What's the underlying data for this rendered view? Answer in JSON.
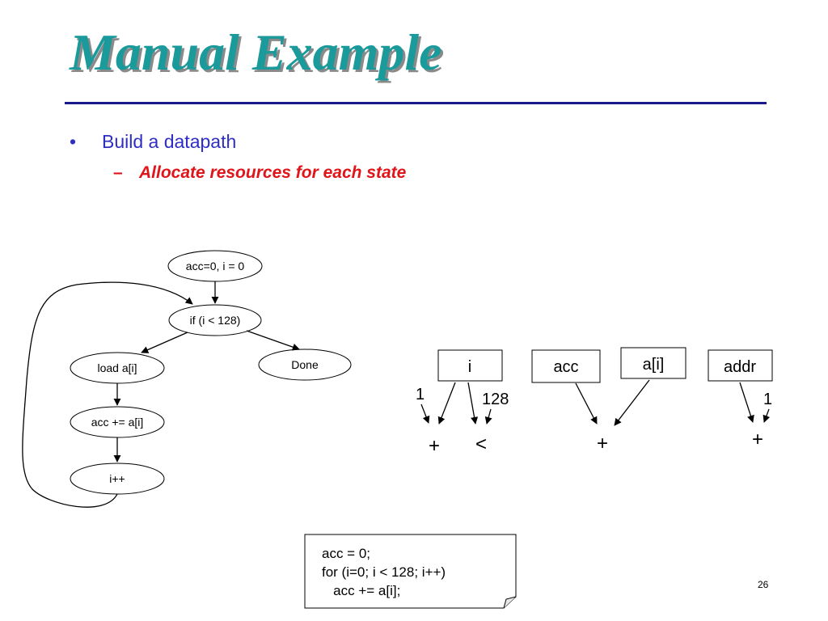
{
  "slide": {
    "title": "Manual Example",
    "bullet": "Build a datapath",
    "bullet_marker": "•",
    "sub_bullet": "Allocate resources for each state",
    "sub_marker": "–",
    "page_number": "26"
  },
  "fsm": {
    "states": {
      "init": "acc=0, i = 0",
      "cond": "if (i < 128)",
      "done": "Done",
      "load": "load a[i]",
      "accum": "acc += a[i]",
      "incr": "i++"
    }
  },
  "datapath": {
    "registers": [
      "i",
      "acc",
      "a[i]",
      "addr"
    ],
    "constants": [
      "1",
      "128",
      "1"
    ],
    "operators": [
      "+",
      "<",
      "+",
      "+"
    ]
  },
  "code": {
    "lines": [
      "acc = 0;",
      "for (i=0; i < 128; i++)",
      "   acc += a[i];"
    ]
  },
  "colors": {
    "title": "#1a9a9a",
    "rule": "#1a1a8c",
    "bullet": "#2e2ec4",
    "sub_bullet": "#e0151a"
  }
}
